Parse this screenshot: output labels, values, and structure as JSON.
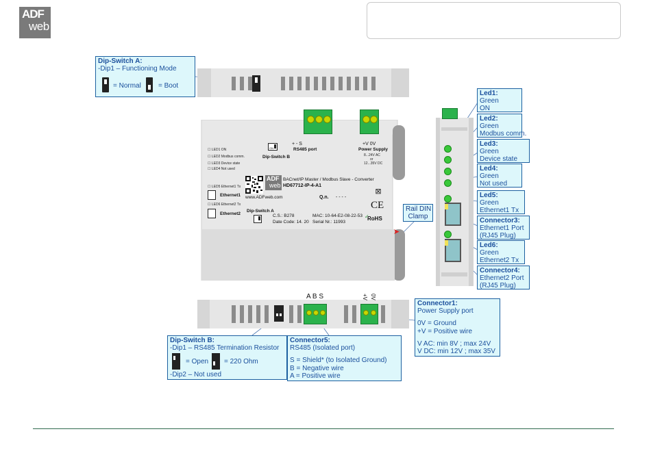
{
  "logo": {
    "line1": "ADF",
    "line2": "web"
  },
  "device": {
    "title": "BACnet/IP Master / Modbus Slave - Converter",
    "model": "HD67712-IP-4-A1",
    "website": "www.ADFweb.com",
    "qn": "Q.n.",
    "qn_value": "- - - -",
    "cs": "C.S.: B278",
    "datecode": "Date Code: 14. 20",
    "mac": "MAC: 10-64-E2-08-22-53",
    "serial": "Serial Nr.: 11993",
    "dipswitch_a_label": "Dip-Switch A",
    "dipswitch_b_label": "Dip-Switch B",
    "rs485_port_label": "RS485 port",
    "power_supply_label": "Power Supply",
    "power_supply_spec1": "8...24V AC",
    "power_supply_spec2": "or",
    "power_supply_spec3": "12...35V DC",
    "term_top_rs485": "+   -   S",
    "term_top_power": "+V   0V",
    "led_labels": [
      "LED1 ON",
      "LED2 Modbus comm.",
      "LED3 Device state",
      "LED4 Not used"
    ],
    "led5_label": "LED5 Ethernet1 Tx",
    "led6_label": "LED6 Ethernet2 Tx",
    "ethernet1": "Ethernet1",
    "ethernet2": "Ethernet2",
    "on_label": "ON",
    "ce": "CE",
    "rohs": "RoHS"
  },
  "bottom_labels": {
    "abs": "A B S",
    "plus_v": "+V",
    "zero_v": "0V"
  },
  "callouts": {
    "dip_a": {
      "title": "Dip-Switch A:",
      "line1": "-Dip1 – Functioning Mode",
      "normal": "= Normal",
      "boot": "= Boot"
    },
    "dip_b": {
      "title": "Dip-Switch B:",
      "line1": "-Dip1 – RS485 Termination Resistor",
      "open": "= Open",
      "ohm": "= 220 Ohm",
      "line3": "-Dip2 – Not used"
    },
    "connector5": {
      "title": "Connector5:",
      "lines": [
        "RS485 (Isolated port)",
        "",
        "S = Shield* (to Isolated Ground)",
        "B = Negative wire",
        "A = Positive wire"
      ]
    },
    "connector1": {
      "title": "Connector1:",
      "lines": [
        "Power Supply port",
        "",
        "0V = Ground",
        "+V = Positive wire",
        "",
        "V AC: min 8V ; max 24V",
        "V DC: min 12V ; max 35V"
      ]
    },
    "rail": {
      "line1": "Rail DIN",
      "line2": "Clamp"
    },
    "led1": {
      "title": "Led1:",
      "lines": [
        "Green",
        "ON"
      ]
    },
    "led2": {
      "title": "Led2:",
      "lines": [
        "Green",
        "Modbus comm."
      ]
    },
    "led3": {
      "title": "Led3:",
      "lines": [
        "Green",
        "Device state"
      ]
    },
    "led4": {
      "title": "Led4:",
      "lines": [
        "Green",
        "Not used"
      ]
    },
    "led5": {
      "title": "Led5:",
      "lines": [
        "Green",
        "Ethernet1 Tx"
      ]
    },
    "connector3": {
      "title": "Connector3:",
      "lines": [
        "Ethernet1 Port",
        "(RJ45 Plug)"
      ]
    },
    "led6": {
      "title": "Led6:",
      "lines": [
        "Green",
        "Ethernet2 Tx"
      ]
    },
    "connector4": {
      "title": "Connector4:",
      "lines": [
        "Ethernet2 Port",
        "(RJ45 Plug)"
      ]
    }
  }
}
